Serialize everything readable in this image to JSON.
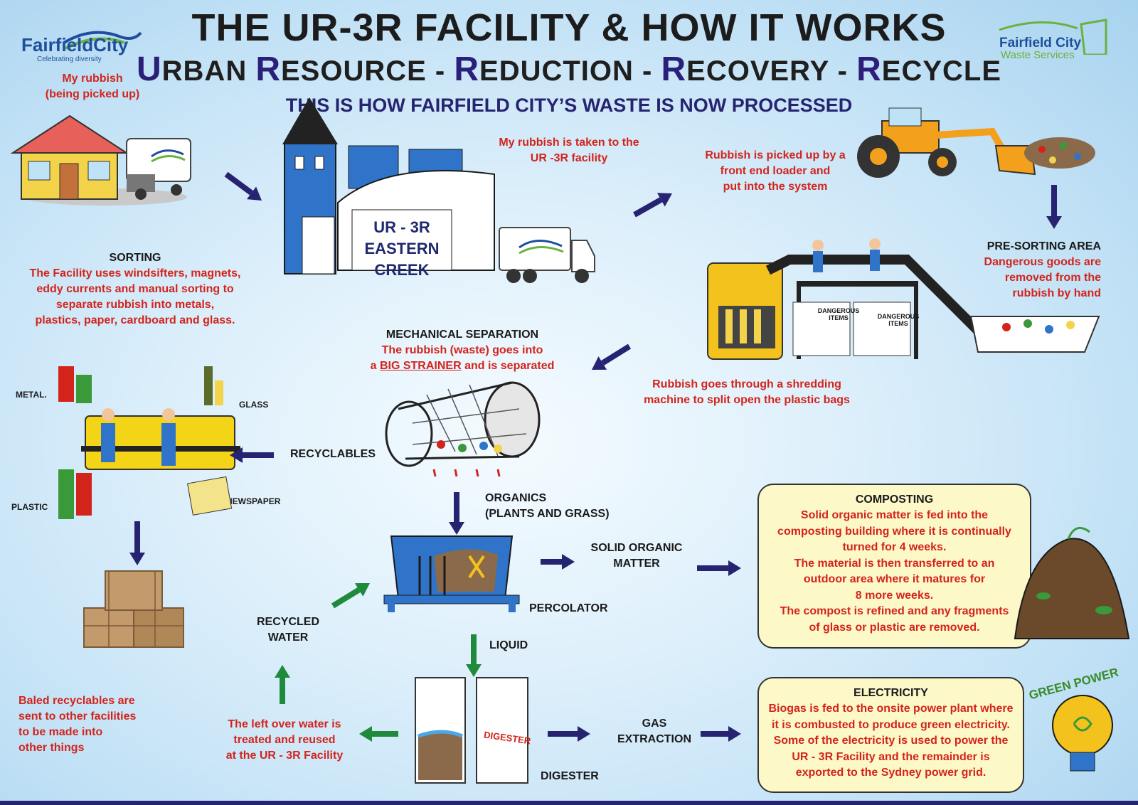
{
  "header": {
    "title": "THE UR-3R FACILITY & HOW IT WORKS",
    "subtitle_words": [
      {
        "initial": "U",
        "rest": "RBAN "
      },
      {
        "initial": "R",
        "rest": "ESOURCE - "
      },
      {
        "initial": "R",
        "rest": "EDUCTION - "
      },
      {
        "initial": "R",
        "rest": "ECOVERY - "
      },
      {
        "initial": "R",
        "rest": "ECYCLE"
      }
    ],
    "banner": "THIS IS HOW FAIRFIELD CITY’S WASTE IS NOW PROCESSED"
  },
  "logos": {
    "left_name": "FairfieldCity",
    "left_tagline": "Celebrating diversity",
    "right_name": "Fairfield City",
    "right_tagline": "Waste Services"
  },
  "steps": {
    "pickup": [
      "My rubbish",
      "(being picked up)"
    ],
    "taken": [
      "My rubbish is taken to the",
      "UR -3R facility"
    ],
    "facility_sign": [
      "UR - 3R",
      "EASTERN",
      "CREEK"
    ],
    "loader": [
      "Rubbish is picked up by a",
      "front end loader and",
      "put into the system"
    ],
    "presort_head": "PRE-SORTING AREA",
    "presort_body": [
      "Dangerous goods are",
      "removed from the",
      "rubbish by hand"
    ],
    "dangerous_items": [
      "DANGEROUS",
      "ITEMS"
    ],
    "shredding": [
      "Rubbish goes through a shredding",
      "machine to split open the plastic bags"
    ],
    "mech_head": "MECHANICAL SEPARATION",
    "mech_body_1": "The rubbish (waste) goes into",
    "mech_body_2a": "a ",
    "mech_body_2b": "BIG STRAINER",
    "mech_body_2c": " and is separated",
    "sorting_head": "SORTING",
    "sorting_body": [
      "The Facility uses windsifters, magnets,",
      "eddy currents and  manual sorting to",
      "separate rubbish into metals,",
      "plastics, paper, cardboard and glass."
    ],
    "recyclables": "RECYCLABLES",
    "metal": "METAL.",
    "glass": "GLASS",
    "plastic": "PLASTIC",
    "newspaper": "NEWSPAPER",
    "organics": [
      "ORGANICS",
      "(PLANTS AND GRASS)"
    ],
    "solid_organic": [
      "SOLID ORGANIC",
      "MATTER"
    ],
    "percolator": "PERCOLATOR",
    "liquid": "LIQUID",
    "recycled_water": [
      "RECYCLED",
      "WATER"
    ],
    "digester_sign": "DIGESTER",
    "digester": "DIGESTER",
    "gas": [
      "GAS",
      "EXTRACTION"
    ],
    "leftover": [
      "The left over water is",
      "treated and reused",
      "at the UR - 3R Facility"
    ],
    "baled": [
      "Baled recyclables are",
      "sent to other facilities",
      "to be made into",
      "other things"
    ]
  },
  "composting": {
    "head": "COMPOSTING",
    "body": [
      "Solid organic matter is fed into the",
      "composting building where it is continually",
      "turned for 4 weeks.",
      "The material is then transferred to an",
      "outdoor area where it matures for",
      "8 more weeks.",
      "The compost is refined and any fragments",
      "of glass or plastic are removed."
    ]
  },
  "electricity": {
    "head": "ELECTRICITY",
    "body": [
      "Biogas is fed to the onsite power plant where",
      "it is combusted to produce green electricity.",
      "Some of the electricity is used to power the",
      "UR - 3R Facility and the remainder is",
      "exported to the Sydney power grid."
    ],
    "badge": "GREEN POWER"
  },
  "colors": {
    "arrow_navy": "#262470",
    "arrow_green": "#1f8a3c",
    "text_red": "#d3241c",
    "box_fill": "#fdf8c8",
    "logo_blue": "#1d4f9c",
    "logo_green": "#6ab23e"
  }
}
